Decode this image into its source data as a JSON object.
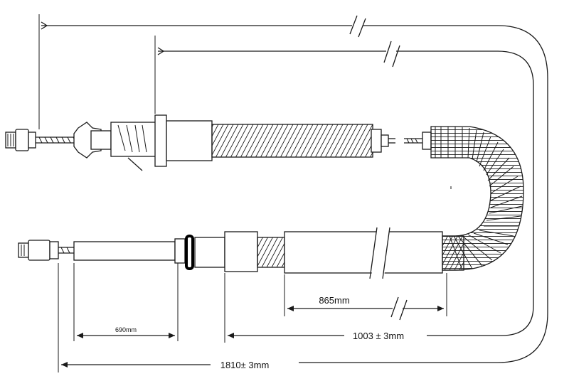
{
  "dimensions": {
    "d690": "690mm",
    "d865": "865mm",
    "d1003": "1003 ± 3mm",
    "d1810": "1810± 3mm"
  },
  "colors": {
    "ink": "#1a1a1a",
    "background": "#ffffff"
  }
}
